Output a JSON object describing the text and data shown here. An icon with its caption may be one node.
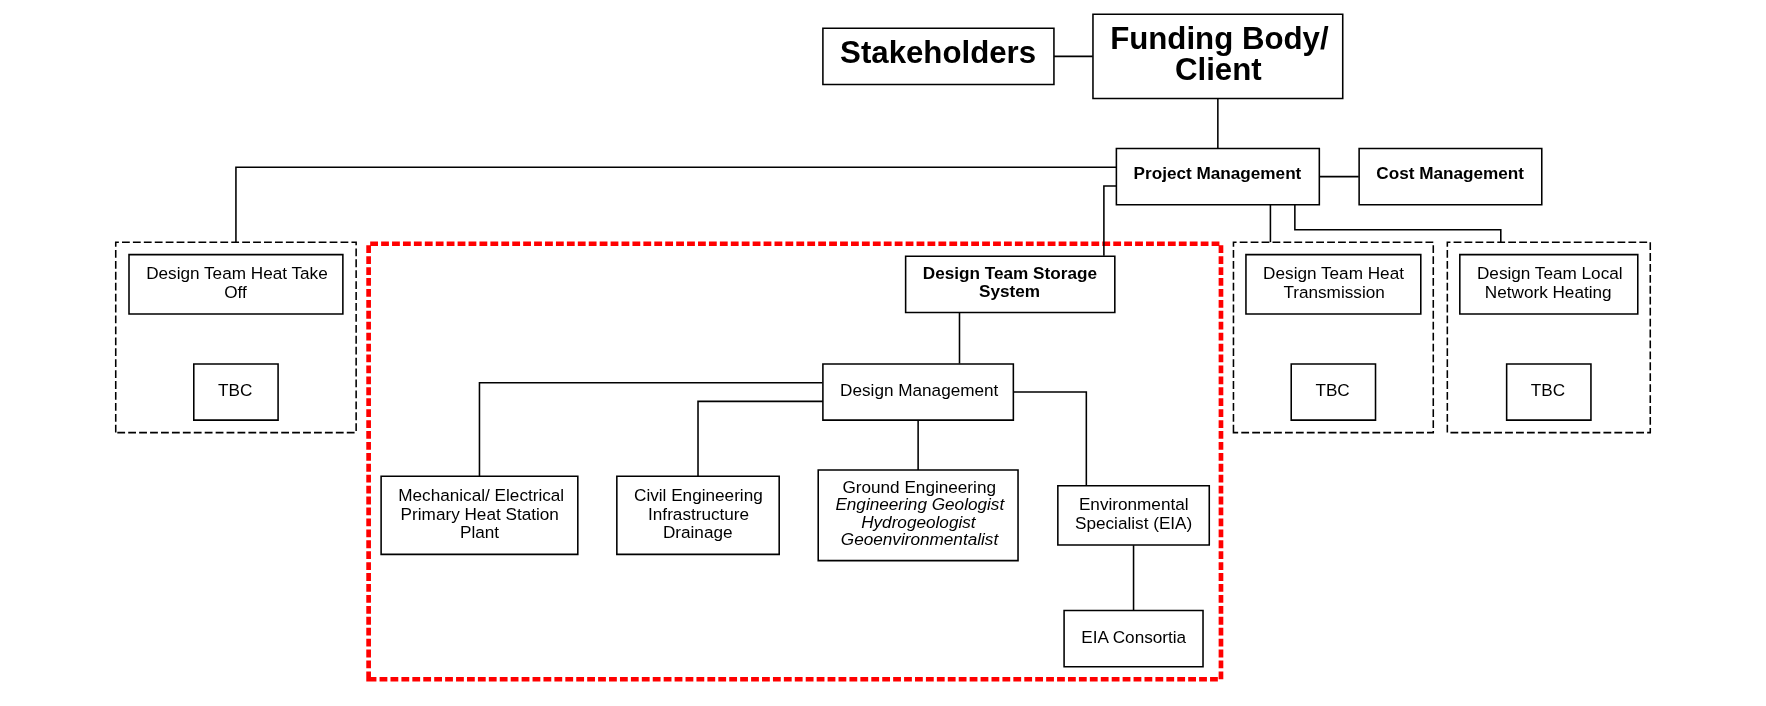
{
  "diagram": {
    "nodes": [
      {
        "text": [
          "Stakeholders"
        ]
      },
      {
        "text": [
          "Funding Body/ Client"
        ]
      },
      {
        "text": [
          "Project Management"
        ]
      },
      {
        "text": [
          "Cost Management"
        ]
      },
      {
        "text": [],
        "shape": "box"
      },
      {
        "text": [
          "Design Team Heat Take Off"
        ],
        "in": 4
      },
      {
        "text": [
          "TBC"
        ],
        "in": 4
      },
      {
        "text": [],
        "shape": "box"
      },
      {
        "text": [
          "Design Team Storage System"
        ],
        "in": 7
      },
      {
        "text": [
          "Design Management"
        ],
        "in": 7
      },
      {
        "text": [
          "Mechanical/ Electrical Primary Heat Station Plant"
        ],
        "in": 7
      },
      {
        "text": [
          "Civil Engineering Infrastructure Drainage"
        ],
        "in": 7
      },
      {
        "text": [
          "Ground Engineering",
          "*Engineering Geologist Hydrogeologist Geoenvironmentalist*"
        ],
        "in": 7
      },
      {
        "text": [
          "Environmental Specialist (EIA)"
        ],
        "in": 7
      },
      {
        "text": [
          "EIA Consortia"
        ],
        "in": 7
      },
      {
        "text": [],
        "shape": "box"
      },
      {
        "text": [
          "Design Team Heat Transmission"
        ],
        "in": 15
      },
      {
        "text": [
          "TBC"
        ],
        "in": 15
      },
      {
        "text": [],
        "shape": "box"
      },
      {
        "text": [
          "Design Team Local Network Heating"
        ],
        "in": 18
      },
      {
        "text": [
          "TBC"
        ],
        "in": 18
      }
    ],
    "edges": [
      {
        "from": 0,
        "to": 1,
        "arrow": "none"
      },
      {
        "from": 1,
        "to": 2,
        "arrow": "none"
      },
      {
        "from": 2,
        "to": 3,
        "arrow": "none"
      },
      {
        "from": 2,
        "to": 4,
        "arrow": "none"
      },
      {
        "from": 2,
        "to": 8,
        "arrow": "none"
      },
      {
        "from": 2,
        "to": 15,
        "arrow": "none"
      },
      {
        "from": 2,
        "to": 18,
        "arrow": "none"
      },
      {
        "from": 8,
        "to": 9,
        "arrow": "none"
      },
      {
        "from": 9,
        "to": 10,
        "arrow": "none"
      },
      {
        "from": 9,
        "to": 11,
        "arrow": "none"
      },
      {
        "from": 9,
        "to": 12,
        "arrow": "none"
      },
      {
        "from": 9,
        "to": 13,
        "arrow": "none"
      },
      {
        "from": 13,
        "to": 14,
        "arrow": "none"
      }
    ]
  }
}
